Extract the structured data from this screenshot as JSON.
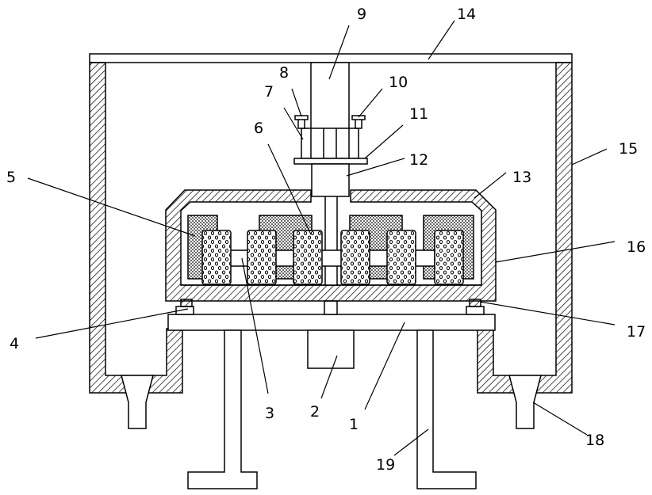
{
  "labels": [
    "1",
    "2",
    "3",
    "4",
    "5",
    "6",
    "7",
    "8",
    "9",
    "10",
    "11",
    "12",
    "13",
    "14",
    "15",
    "16",
    "17",
    "18",
    "19"
  ],
  "colors": {
    "stroke": "#000000",
    "background": "#ffffff",
    "hatch": "#000000"
  }
}
